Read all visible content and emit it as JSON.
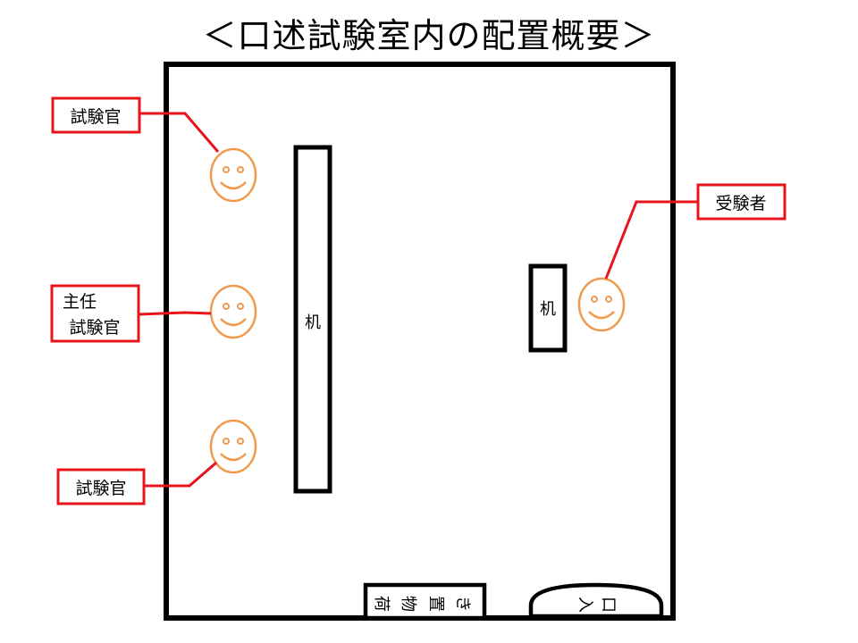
{
  "title": "＜口述試験室内の配置概要＞",
  "labels": {
    "examiner_top": "試験官",
    "chief_line1": "主任",
    "chief_line2": "試験官",
    "examiner_bottom": "試験官",
    "examinee": "受験者"
  },
  "furniture": {
    "examiner_desk": "机",
    "examinee_desk": "机",
    "luggage_chars": [
      "荷",
      "物",
      "置",
      "き"
    ],
    "entrance_chars": [
      "入",
      "口"
    ]
  },
  "colors": {
    "wall": "#000000",
    "callout": "#e8141c",
    "face": "#f09a50"
  }
}
